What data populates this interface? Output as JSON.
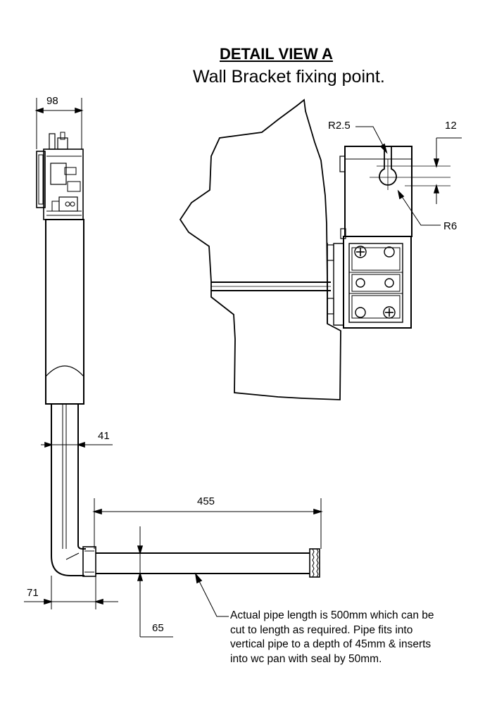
{
  "title": "DETAIL VIEW A",
  "subtitle": "Wall Bracket fixing point.",
  "dimensions": {
    "width_98": "98",
    "r2_5": "R2.5",
    "d12": "12",
    "r6": "R6",
    "d41": "41",
    "d455": "455",
    "d71": "71",
    "d65": "65"
  },
  "note": {
    "lines": [
      "Actual pipe length is 500mm which can be",
      "cut to length as required. Pipe fits into",
      "vertical pipe to a depth of 45mm & inserts",
      "into wc pan with seal by 50mm."
    ]
  }
}
